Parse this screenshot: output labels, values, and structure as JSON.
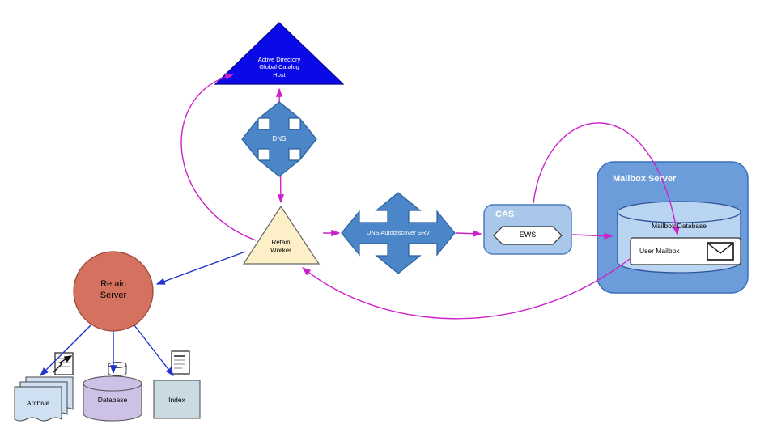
{
  "diagram": {
    "nodes": {
      "active_directory": {
        "line1": "Active Directory",
        "line2": "Global Catalog",
        "line3": "Host"
      },
      "dns": {
        "label": "DNS"
      },
      "retain_worker": {
        "line1": "Retain",
        "line2": "Worker"
      },
      "dns_autodiscover": {
        "label": "DNS Autodiscover SRV"
      },
      "cas": {
        "label": "CAS"
      },
      "ews": {
        "label": "EWS"
      },
      "mailbox_server": {
        "label": "Mailbox Server"
      },
      "mailbox_database": {
        "label": "Mailbox Database"
      },
      "user_mailbox": {
        "label": "User Mailbox"
      },
      "retain_server": {
        "line1": "Retain",
        "line2": "Server"
      },
      "archive": {
        "label": "Archive"
      },
      "database": {
        "label": "Database"
      },
      "index": {
        "label": "Index"
      }
    },
    "colors": {
      "ad_triangle": "#0a0ae6",
      "cross_arrow": "#4a86c8",
      "worker_triangle": "#fdf0c8",
      "cas_box": "#a8c7ea",
      "mailbox_server_box": "#6c9cda",
      "mailbox_database_cylinder": "#b9d5f2",
      "retain_server_circle": "#d4715f",
      "archive_pages": "#cfe0f2",
      "database_cylinder": "#cdc2e6",
      "index_box": "#c9dae3",
      "magenta_connector": "#cc22cc",
      "blue_connector": "#2233cc"
    }
  }
}
